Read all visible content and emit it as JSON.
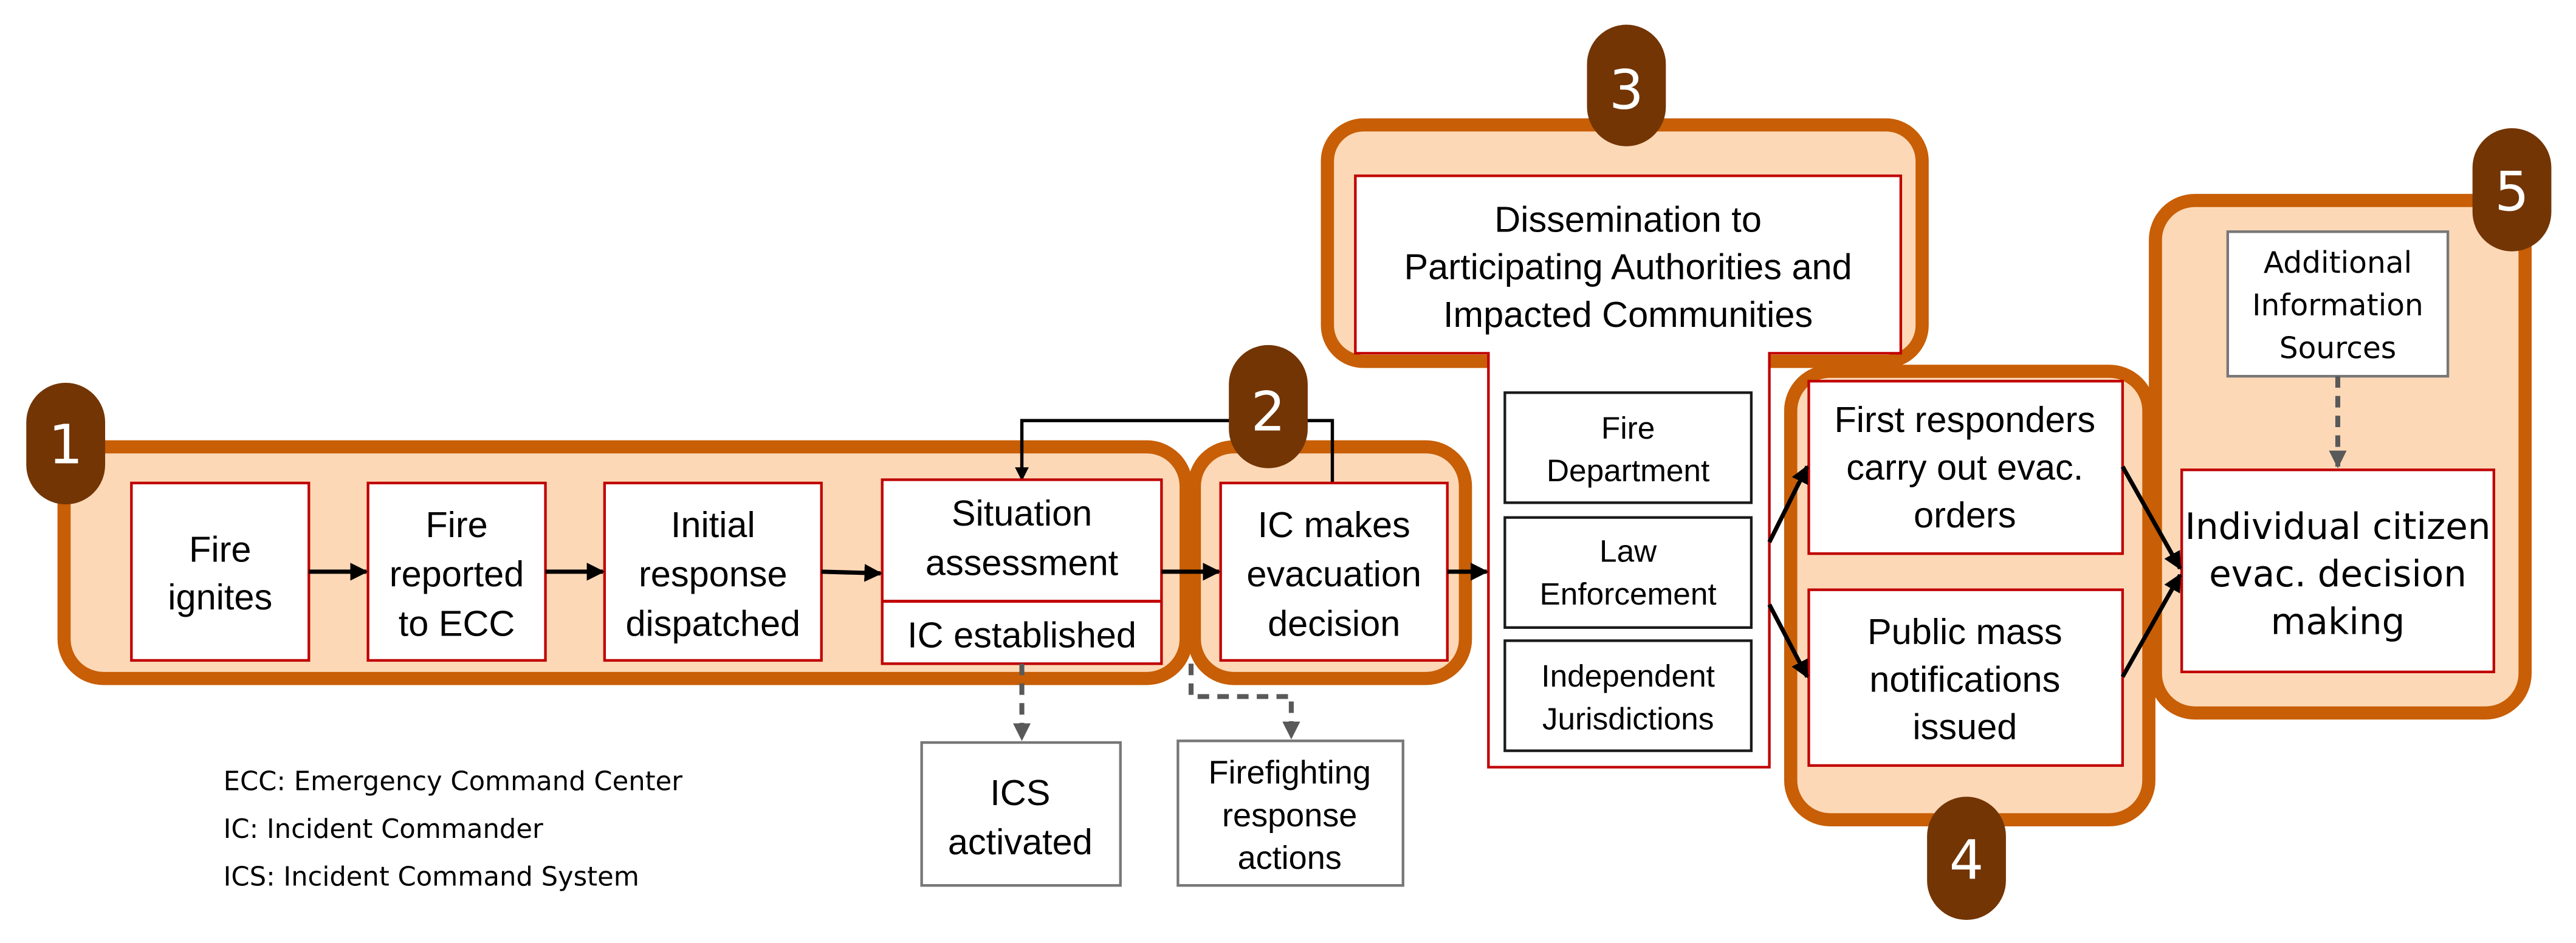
{
  "colors": {
    "group_fill": "#fdd8b7",
    "group_stroke": "#c85e05",
    "badge_fill": "#733504",
    "process_box_border": "#c00000",
    "agency_box_border": "#1a1a1a",
    "external_box_border": "#777777",
    "dashed_arrow": "#595959"
  },
  "groups": [
    {
      "badge": "1"
    },
    {
      "badge": "2"
    },
    {
      "badge": "3"
    },
    {
      "badge": "4"
    },
    {
      "badge": "5"
    }
  ],
  "boxes": {
    "fire_ignites": [
      "Fire",
      "ignites"
    ],
    "fire_reported": [
      "Fire",
      "reported",
      "to ECC"
    ],
    "initial_response": [
      "Initial",
      "response",
      "dispatched"
    ],
    "situation_assessment": [
      "Situation",
      "assessment"
    ],
    "ic_established": [
      "IC established"
    ],
    "ic_decision": [
      "IC makes",
      "evacuation",
      "decision"
    ],
    "dissemination": [
      "Dissemination to",
      "Participating Authorities and",
      "Impacted Communities"
    ],
    "fire_department": [
      "Fire",
      "Department"
    ],
    "law_enforcement": [
      "Law",
      "Enforcement"
    ],
    "independent_jurisdictions": [
      "Independent",
      "Jurisdictions"
    ],
    "first_responders": [
      "First responders",
      "carry out evac.",
      "orders"
    ],
    "public_notifications": [
      "Public mass",
      "notifications",
      "issued"
    ],
    "additional_info": [
      "Additional",
      "Information",
      "Sources"
    ],
    "citizen_decision": [
      "Individual citizen",
      "evac. decision",
      "making"
    ],
    "ics_activated": [
      "ICS",
      "activated"
    ],
    "firefighting_actions": [
      "Firefighting",
      "response",
      "actions"
    ]
  },
  "legend": [
    "ECC: Emergency Command Center",
    "IC: Incident Commander",
    "ICS: Incident Command System"
  ]
}
